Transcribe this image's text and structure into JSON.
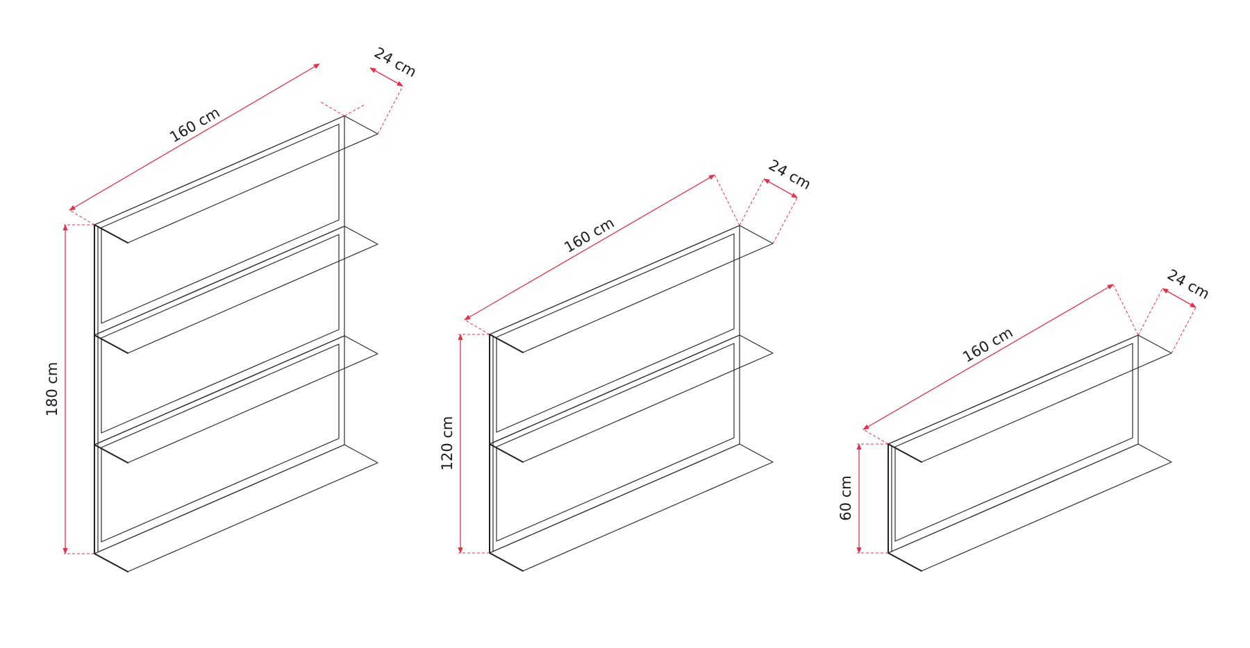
{
  "accent_color": "#e0304a",
  "line_color": "#2b2b2b",
  "shelves": [
    {
      "width_label": "160 cm",
      "depth_label": "24 cm",
      "height_label": "180 cm"
    },
    {
      "width_label": "160 cm",
      "depth_label": "24 cm",
      "height_label": "120 cm"
    },
    {
      "width_label": "160 cm",
      "depth_label": "24 cm",
      "height_label": "60 cm"
    }
  ]
}
